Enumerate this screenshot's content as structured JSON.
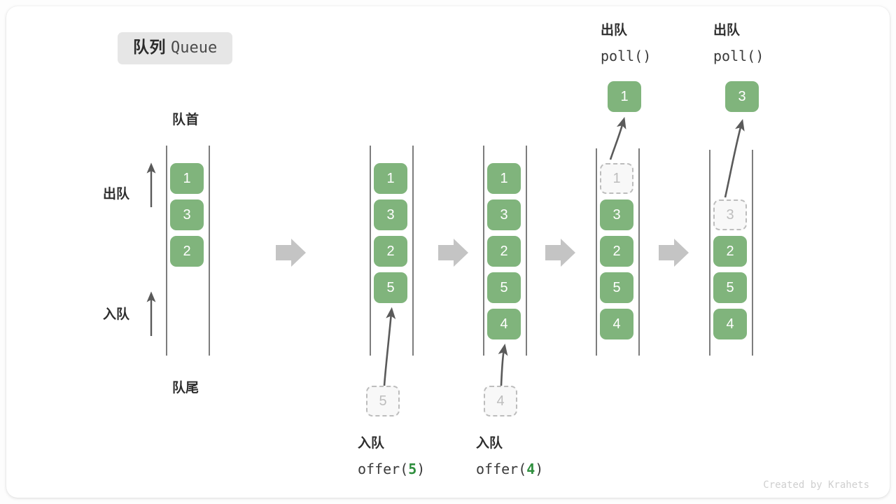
{
  "title": {
    "cn": "队列",
    "en": "Queue"
  },
  "axis_labels": {
    "front": "队首",
    "rear": "队尾",
    "dequeue": "出队",
    "enqueue": "入队"
  },
  "credit": "Created by Krahets",
  "colors": {
    "element_fill": "#80b47c",
    "element_text": "#ffffff",
    "ghost_fill": "#f8f8f8",
    "ghost_border": "#bdbdbd",
    "ghost_text": "#bdbdbd",
    "rail": "#7d7d7d",
    "arrow_gray": "#c4c4c4",
    "curve_arrow": "#5a5a5a",
    "badge_bg": "#e6e6e6",
    "highlight_number": "#2f8f3e",
    "card_bg": "#ffffff"
  },
  "steps": [
    {
      "id": "initial",
      "op_cn": "",
      "op_code": "",
      "items": [
        "1",
        "3",
        "2"
      ],
      "ghost_index": null,
      "popped": null
    },
    {
      "id": "offer-5",
      "op_cn": "入队",
      "op_code_prefix": "offer(",
      "op_code_value": "5",
      "op_code_suffix": ")",
      "items": [
        "1",
        "3",
        "2",
        "5"
      ],
      "incoming": "5",
      "ghost_index": null,
      "popped": null
    },
    {
      "id": "offer-4",
      "op_cn": "入队",
      "op_code_prefix": "offer(",
      "op_code_value": "4",
      "op_code_suffix": ")",
      "items": [
        "1",
        "3",
        "2",
        "5",
        "4"
      ],
      "incoming": "4",
      "ghost_index": null,
      "popped": null
    },
    {
      "id": "poll-1",
      "op_cn": "出队",
      "op_code": "poll()",
      "items": [
        "1",
        "3",
        "2",
        "5",
        "4"
      ],
      "ghost_index": 0,
      "popped": "1"
    },
    {
      "id": "poll-3",
      "op_cn": "出队",
      "op_code": "poll()",
      "items": [
        "3",
        "2",
        "5",
        "4"
      ],
      "ghost_index": 0,
      "popped": "3"
    }
  ]
}
